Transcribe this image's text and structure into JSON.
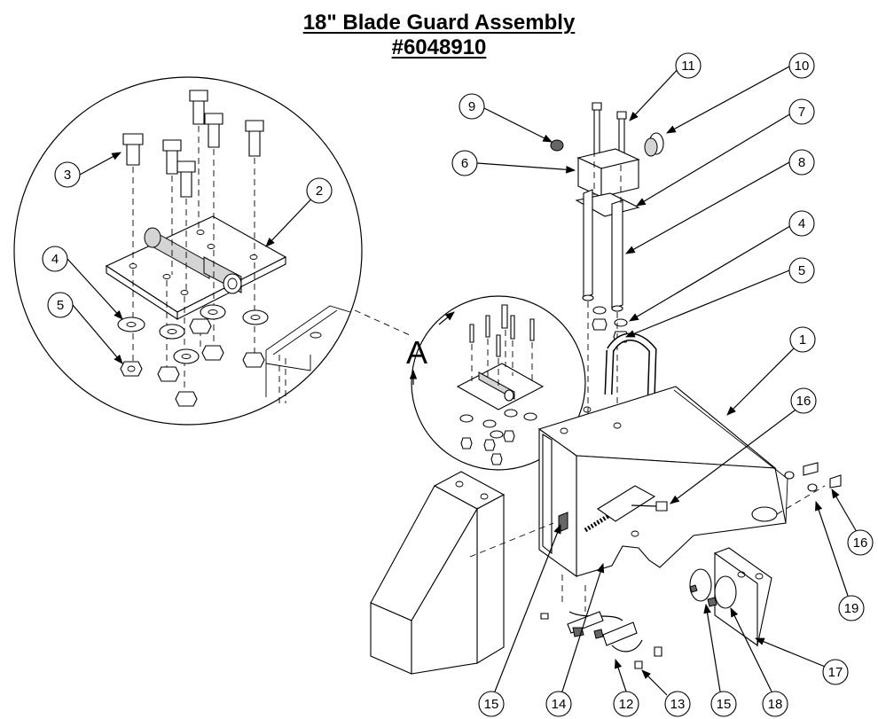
{
  "title_line1": "18\" Blade Guard Assembly",
  "title_line2": "#6048910",
  "detail_label": "A",
  "callouts": [
    {
      "id": "c1",
      "label": "1"
    },
    {
      "id": "c2",
      "label": "2"
    },
    {
      "id": "c3",
      "label": "3"
    },
    {
      "id": "c4a",
      "label": "4"
    },
    {
      "id": "c4b",
      "label": "4"
    },
    {
      "id": "c5a",
      "label": "5"
    },
    {
      "id": "c5b",
      "label": "5"
    },
    {
      "id": "c6",
      "label": "6"
    },
    {
      "id": "c7",
      "label": "7"
    },
    {
      "id": "c8",
      "label": "8"
    },
    {
      "id": "c9",
      "label": "9"
    },
    {
      "id": "c10",
      "label": "10"
    },
    {
      "id": "c11",
      "label": "11"
    },
    {
      "id": "c12",
      "label": "12"
    },
    {
      "id": "c13",
      "label": "13"
    },
    {
      "id": "c14",
      "label": "14"
    },
    {
      "id": "c15a",
      "label": "15"
    },
    {
      "id": "c15b",
      "label": "15"
    },
    {
      "id": "c16a",
      "label": "16"
    },
    {
      "id": "c16b",
      "label": "16"
    },
    {
      "id": "c17",
      "label": "17"
    },
    {
      "id": "c18",
      "label": "18"
    },
    {
      "id": "c19",
      "label": "19"
    }
  ]
}
